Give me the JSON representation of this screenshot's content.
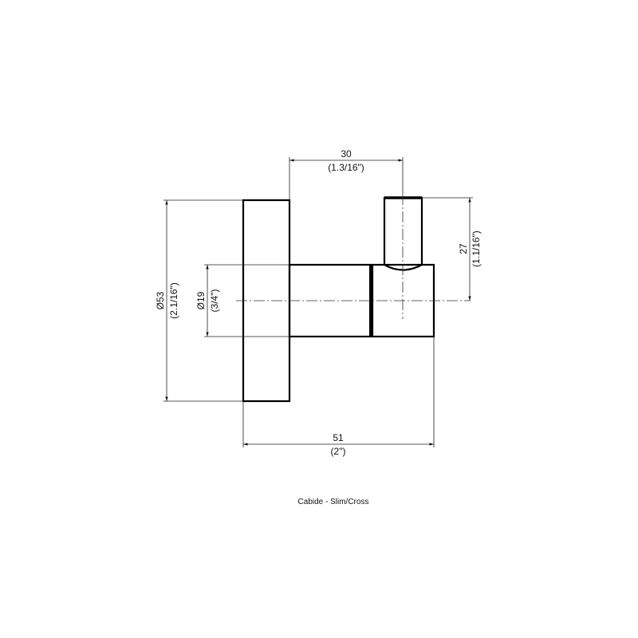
{
  "drawing": {
    "caption": "Cabide - Slim/Cross",
    "dimensions": {
      "hook_offset": {
        "mm": "30",
        "inch": "(1.3/16\")"
      },
      "hook_height": {
        "mm": "27",
        "inch": "(1.1/16\")"
      },
      "plate_diameter": {
        "mm": "Ø53",
        "inch": "(2.1/16\")"
      },
      "body_diameter": {
        "mm": "Ø19",
        "inch": "(3/4\")"
      },
      "total_depth": {
        "mm": "51",
        "inch": "(2\")"
      }
    }
  }
}
